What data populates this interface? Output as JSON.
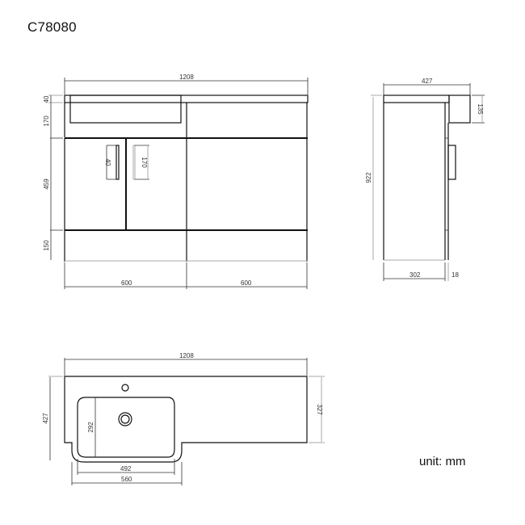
{
  "drawing": {
    "model_code": "C78080",
    "unit_label": "unit: mm"
  },
  "front_view": {
    "overall_width": "1208",
    "top_thickness": "40",
    "basin_height": "170",
    "door_height": "459",
    "plinth_height": "150",
    "left_section_width": "600",
    "right_section_width": "600",
    "handle_left_label": "40",
    "handle_right_label": "170"
  },
  "side_view": {
    "overall_depth": "427",
    "overall_height": "922",
    "cistern_height": "135",
    "carcass_depth": "302",
    "door_thickness": "18"
  },
  "plan_view": {
    "overall_width": "1208",
    "overall_depth": "427",
    "toilet_side_depth": "327",
    "basin_inner_width": "492",
    "basin_outer_width": "560",
    "basin_inner_depth": "292"
  }
}
